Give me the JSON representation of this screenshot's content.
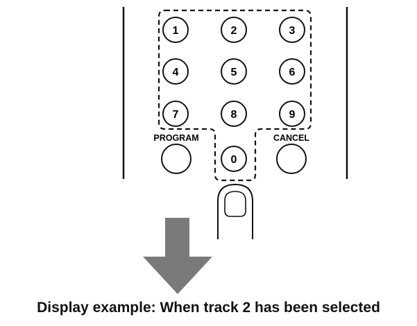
{
  "keys": [
    "1",
    "2",
    "3",
    "4",
    "5",
    "6",
    "7",
    "8",
    "9",
    "0"
  ],
  "labels": {
    "program": "PROGRAM",
    "cancel": "CANCEL"
  },
  "caption": "Display example: When track 2 has been selected",
  "colors": {
    "line": "#111111",
    "arrow": "#7a7a7a",
    "background": "#ffffff"
  },
  "icons": {
    "finger": "finger-icon",
    "arrow": "arrow-down-icon"
  }
}
